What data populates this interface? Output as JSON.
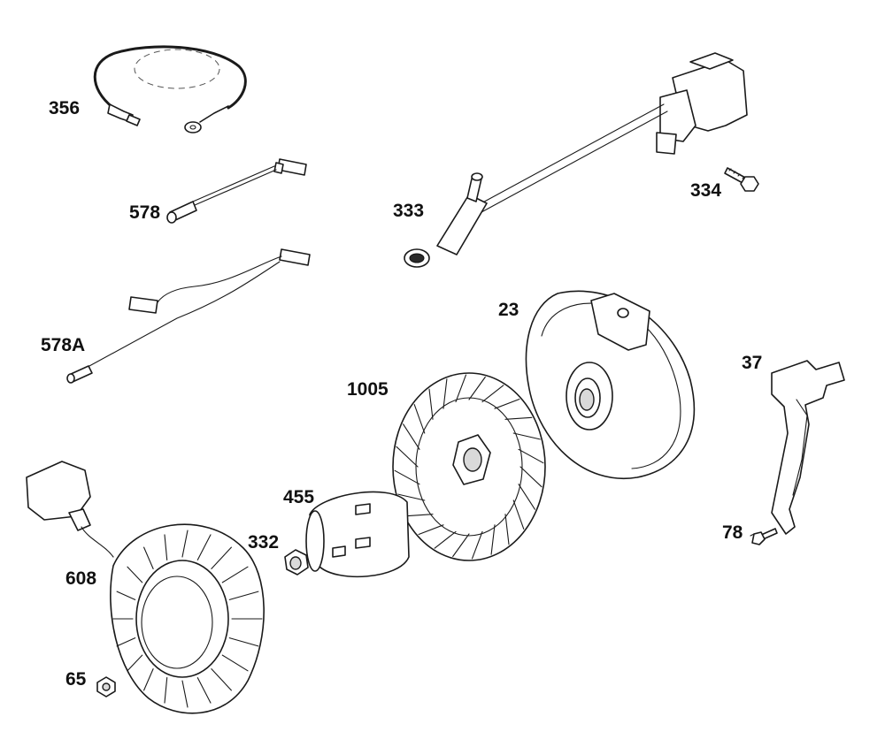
{
  "parts": [
    {
      "number": "356",
      "label": "356"
    },
    {
      "number": "578",
      "label": "578"
    },
    {
      "number": "578A",
      "label": "578A"
    },
    {
      "number": "333",
      "label": "333"
    },
    {
      "number": "334",
      "label": "334"
    },
    {
      "number": "23",
      "label": "23"
    },
    {
      "number": "37",
      "label": "37"
    },
    {
      "number": "1005",
      "label": "1005"
    },
    {
      "number": "455",
      "label": "455"
    },
    {
      "number": "332",
      "label": "332"
    },
    {
      "number": "78",
      "label": "78"
    },
    {
      "number": "608",
      "label": "608"
    },
    {
      "number": "65",
      "label": "65"
    }
  ]
}
